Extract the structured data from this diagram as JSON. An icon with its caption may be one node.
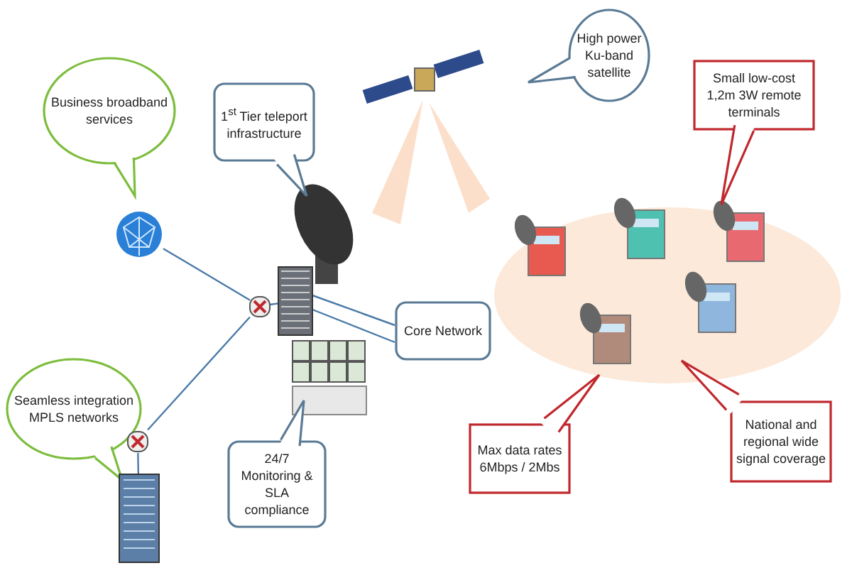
{
  "diagram": {
    "nodes": [
      {
        "text": [
          "Business broadband services"
        ]
      },
      {
        "text": [
          "1$^{st}$ Tier teleport infrastructure"
        ]
      },
      {
        "text": [
          "High power Ku-band satellite"
        ]
      },
      {
        "text": [
          "Small low-cost 1,2m 3W remote terminals"
        ]
      },
      {
        "text": [],
        "shape": "picture"
      },
      {
        "text": [],
        "shape": "picture"
      },
      {
        "text": [],
        "shape": "picture"
      },
      {
        "text": [
          "Core Network"
        ]
      },
      {
        "text": [
          "Seamless integration MPLS networks"
        ]
      },
      {
        "text": [],
        "shape": "picture"
      },
      {
        "text": [],
        "shape": "picture"
      },
      {
        "text": [
          "24/7 Monitoring & SLA compliance"
        ]
      },
      {
        "text": [
          "Max data rates 6Mbps / 2Mbs"
        ]
      },
      {
        "text": [
          "National and regional wide signal coverage"
        ]
      }
    ],
    "edges": [
      {
        "from": 4,
        "to": 5,
        "arrow": "none"
      },
      {
        "from": 5,
        "to": 6,
        "arrow": "none"
      },
      {
        "from": 6,
        "to": 7,
        "arrow": "none"
      },
      {
        "from": 6,
        "to": 7,
        "arrow": "none"
      },
      {
        "from": 9,
        "to": 5,
        "arrow": "none"
      },
      {
        "from": 10,
        "to": 9,
        "arrow": "none"
      }
    ]
  }
}
